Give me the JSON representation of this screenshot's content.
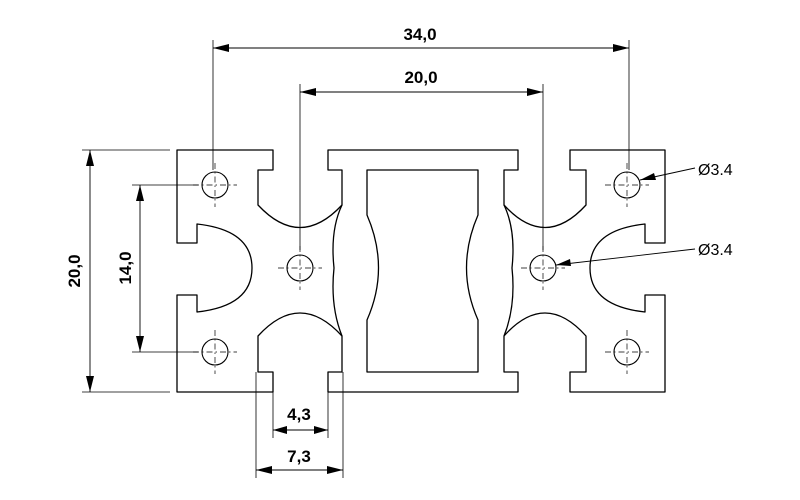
{
  "drawing": {
    "dimensions": {
      "overall_width": "34,0",
      "slot_pitch": "20,0",
      "overall_height": "20,0",
      "slot_height": "14,0",
      "slot_opening_inner": "4,3",
      "slot_opening_outer": "7,3"
    },
    "callouts": {
      "hole_corner": "Ø3.4",
      "hole_center": "Ø3.4"
    }
  }
}
